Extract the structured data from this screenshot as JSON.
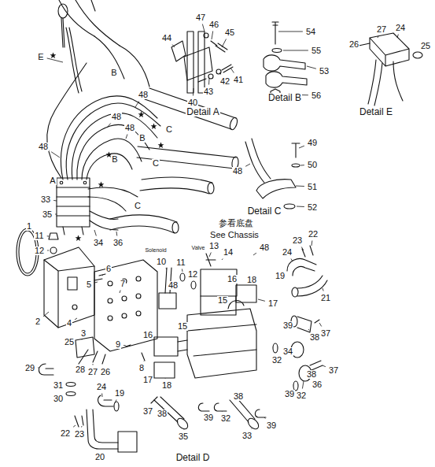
{
  "diagram": {
    "labels": [
      "E",
      "B",
      "48",
      "C",
      "48",
      "48",
      "B",
      "48",
      "B",
      "C",
      "A",
      "C",
      "33",
      "35",
      "34",
      "36",
      "44",
      "47",
      "46",
      "45",
      "40",
      "43",
      "42",
      "41",
      "Detail A",
      "54",
      "55",
      "53",
      "56",
      "Detail B",
      "26",
      "27",
      "24",
      "25",
      "Detail E",
      "48",
      "49",
      "50",
      "51",
      "52",
      "Detail C",
      "参看底盘",
      "See Chassis",
      "1",
      "11",
      "12",
      "2",
      "4",
      "5",
      "6",
      "7",
      "3",
      "25",
      "28",
      "27",
      "26",
      "9",
      "8",
      "29",
      "31",
      "30",
      "22",
      "23",
      "24",
      "19",
      "20",
      "Solenoid",
      "Valve",
      "13",
      "14",
      "10",
      "11",
      "12",
      "48",
      "48",
      "16",
      "18",
      "15",
      "17",
      "19",
      "24",
      "23",
      "22",
      "21",
      "39",
      "38",
      "37",
      "34",
      "32",
      "38",
      "37",
      "36",
      "39",
      "32",
      "15",
      "16",
      "17",
      "18",
      "37",
      "38",
      "35",
      "39",
      "32",
      "38",
      "33",
      "39",
      "Detail D"
    ]
  }
}
